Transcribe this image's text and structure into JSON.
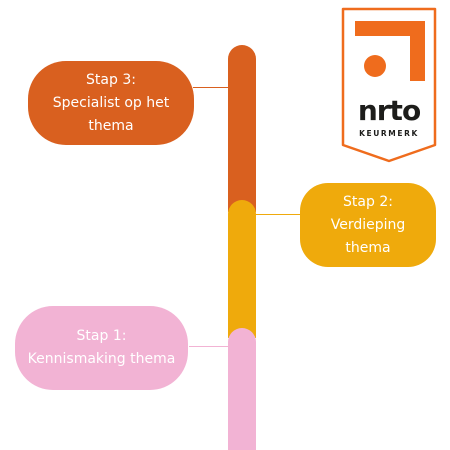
{
  "colors": {
    "step3": "#d9601f",
    "step2": "#efaa0c",
    "step1": "#f2b3d4",
    "badge_orange": "#ef6c1d",
    "badge_text": "#1d1d1b"
  },
  "steps": [
    {
      "lines": [
        "Stap 1:",
        "Kennismaking thema"
      ]
    },
    {
      "lines": [
        "Stap 2:",
        "Verdieping",
        "thema"
      ]
    },
    {
      "lines": [
        "Stap 3:",
        "Specialist op het",
        "thema"
      ]
    }
  ],
  "badge": {
    "logo_text": "nrto",
    "subtitle": "KEURMERK",
    "icon": "nrto-keurmerk-logo"
  }
}
